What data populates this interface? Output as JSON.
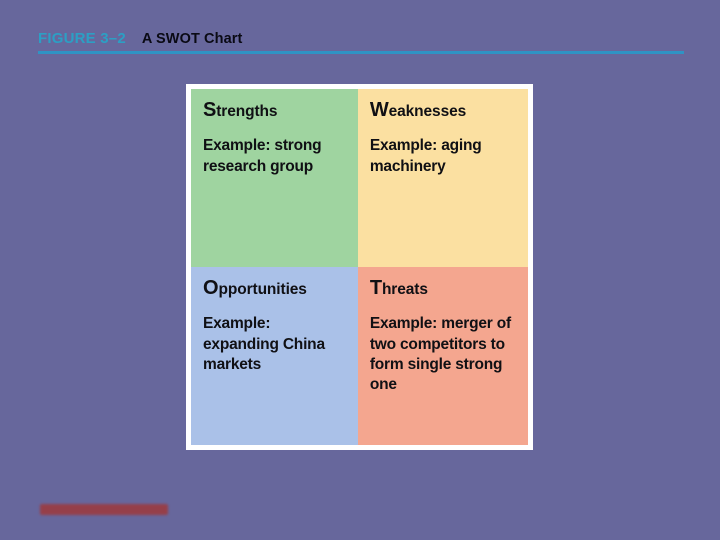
{
  "slide": {
    "background_color": "#67679c"
  },
  "header": {
    "figure_label": "FIGURE 3–2",
    "figure_label_color": "#2c9fc4",
    "title": "A SWOT Chart",
    "title_color": "#0a0a14",
    "rule_color": "#2f93c4"
  },
  "swot": {
    "frame_color": "#ffffff",
    "quadrants": [
      {
        "id": "strengths",
        "cap": "S",
        "rest": "trengths",
        "body": "Example: strong research group",
        "color": "#9fd4a0"
      },
      {
        "id": "weaknesses",
        "cap": "W",
        "rest": "eaknesses",
        "body": "Example: aging machinery",
        "color": "#fbe0a1"
      },
      {
        "id": "opportunities",
        "cap": "O",
        "rest": "pportunities",
        "body": "Example: expanding China markets",
        "color": "#aac1e8"
      },
      {
        "id": "threats",
        "cap": "T",
        "rest": "hreats",
        "body": "Example: merger of two competitors to form single strong one",
        "color": "#f4a68f"
      }
    ]
  },
  "footer": {
    "text": "",
    "color": "#a8302a"
  }
}
